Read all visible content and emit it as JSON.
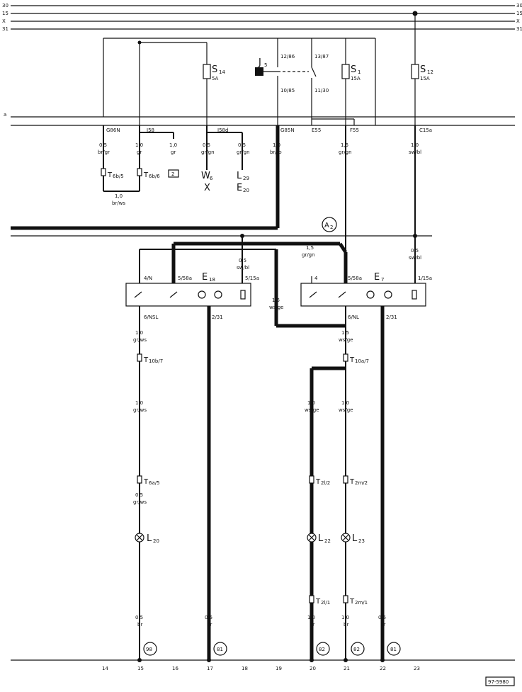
{
  "rails": [
    {
      "left": "30",
      "right": "30"
    },
    {
      "left": "15",
      "right": "15"
    },
    {
      "left": "X",
      "right": "X"
    },
    {
      "left": "31",
      "right": "31"
    }
  ],
  "fuses": {
    "s14": {
      "name": "S",
      "sub": "14",
      "rating": "5A"
    },
    "s1": {
      "name": "S",
      "sub": "1",
      "rating": "15A"
    },
    "s12": {
      "name": "S",
      "sub": "12",
      "rating": "15A"
    }
  },
  "relay": {
    "name": "J",
    "sub": "5",
    "pins": {
      "top_left": "12/86",
      "bottom_left": "10/85",
      "top_right": "13/87",
      "bottom_right": "11/30"
    }
  },
  "panel_rail": {
    "left": "a"
  },
  "connectors": {
    "g86n": "G86N",
    "j58": "J58",
    "j58d": "J58d",
    "g85n": "G85N",
    "e55": "E55",
    "f55": "F55",
    "c15a": "C15a"
  },
  "wires": {
    "w1": {
      "size": "0,5",
      "color": "br/gr"
    },
    "w2": {
      "size": "1,0",
      "color": "gr"
    },
    "w3": {
      "size": "1,0",
      "color": "gr"
    },
    "w4": {
      "size": "0,5",
      "color": "gr/gn"
    },
    "w5": {
      "size": "0,5",
      "color": "gr/gn"
    },
    "w6": {
      "size": "1,0",
      "color": "br/ro"
    },
    "w7": {
      "size": "1,5",
      "color": "gr/gn"
    },
    "w8": {
      "size": "1,0",
      "color": "sw/bl"
    },
    "w9": {
      "size": "1,0",
      "color": "br/ws"
    },
    "w10": {
      "size": "1,5",
      "color": "gr/gn"
    },
    "w11": {
      "size": "0,5",
      "color": "sw/bl"
    },
    "w12": {
      "size": "1,5",
      "color": "ws/ge"
    },
    "w13": {
      "size": "0,5",
      "color": "sw/bl"
    },
    "w14": {
      "size": "1,0",
      "color": "gr/ws"
    },
    "w15": {
      "size": "1,0",
      "color": "gr/ws"
    },
    "w16": {
      "size": "0,5",
      "color": "gr/ws"
    },
    "w17": {
      "size": "0,5",
      "color": "br"
    },
    "w18": {
      "size": "0,5",
      "color": "br"
    },
    "w19": {
      "size": "1,5",
      "color": "ws/ge"
    },
    "w20": {
      "size": "1,0",
      "color": "ws/ge"
    },
    "w21": {
      "size": "1,0",
      "color": "ws/ge"
    },
    "w22": {
      "size": "1,0",
      "color": "br"
    },
    "w23": {
      "size": "1,0",
      "color": "br"
    },
    "w24": {
      "size": "0,5",
      "color": "br"
    }
  },
  "plugs": {
    "t6b5": {
      "name": "T",
      "sub": "6b/5"
    },
    "t6b6": {
      "name": "T",
      "sub": "6b/6"
    },
    "t10b7": {
      "name": "T",
      "sub": "10b/7"
    },
    "t6a5": {
      "name": "T",
      "sub": "6a/5"
    },
    "t10a7": {
      "name": "T",
      "sub": "10a/7"
    },
    "t2l2": {
      "name": "T",
      "sub": "2l/2"
    },
    "t2m2": {
      "name": "T",
      "sub": "2m/2"
    },
    "t2l1": {
      "name": "T",
      "sub": "2l/1"
    },
    "t2m1": {
      "name": "T",
      "sub": "2m/1"
    }
  },
  "refs": {
    "box2": "2",
    "w6": {
      "name": "W",
      "sub": "6"
    },
    "x": "X",
    "l29": {
      "name": "L",
      "sub": "29"
    },
    "e20": {
      "name": "E",
      "sub": "20"
    },
    "a2": {
      "name": "A",
      "sub": "2"
    }
  },
  "switches": {
    "e18": {
      "name": "E",
      "sub": "18",
      "pin_top1": "4/N",
      "pin_top2": "5/58a",
      "pin_top3": "5/15a",
      "pin_bot1": "6/NSL",
      "pin_bot2": "2/31"
    },
    "e7": {
      "name": "E",
      "sub": "7",
      "pin_top1": "4",
      "pin_top2": "5/58a",
      "pin_top3": "1/15a",
      "pin_bot1": "6/NL",
      "pin_bot2": "2/31"
    }
  },
  "lamps": {
    "l20": {
      "name": "L",
      "sub": "20"
    },
    "l22": {
      "name": "L",
      "sub": "22"
    },
    "l23": {
      "name": "L",
      "sub": "23"
    }
  },
  "ground_refs": {
    "g98": "98",
    "g81a": "81",
    "g82a": "82",
    "g82b": "82",
    "g81b": "81"
  },
  "footer_numbers": [
    "14",
    "15",
    "16",
    "17",
    "18",
    "19",
    "20",
    "21",
    "22",
    "23"
  ],
  "figure_code": "97-5980"
}
